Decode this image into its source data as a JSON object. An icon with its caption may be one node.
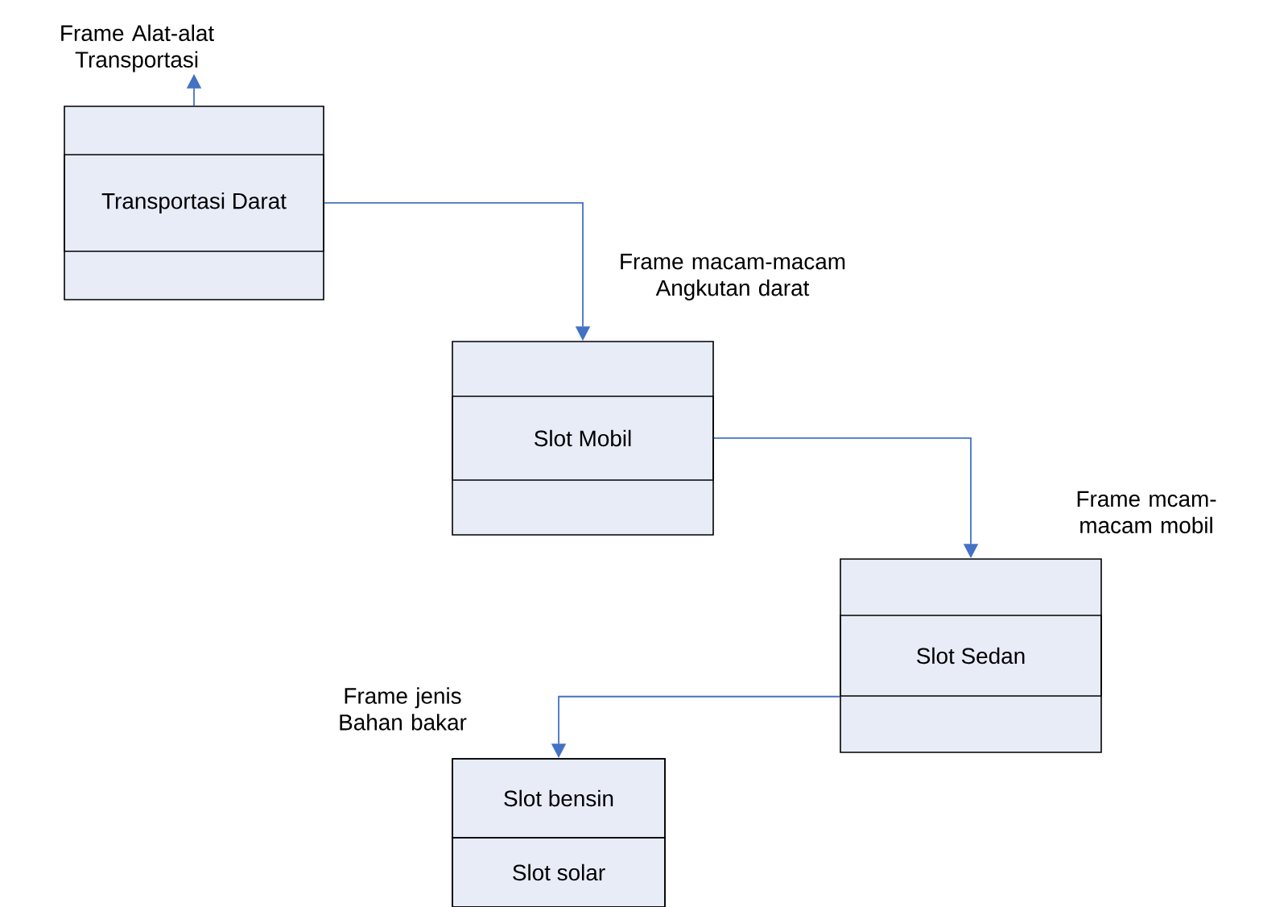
{
  "diagram": {
    "nodes": [
      {
        "text": [
          "Frame Alat-alat Transportasi"
        ]
      },
      {
        "text": [],
        "shape": "box"
      },
      {
        "text": [
          "Transportasi Darat"
        ],
        "in": 1
      },
      {
        "text": [
          "Frame macam-macam Angkutan darat"
        ]
      },
      {
        "text": [
          "Slot Mobil"
        ],
        "in": 3
      },
      {
        "text": [
          "Frame mcam-macam mobil"
        ]
      },
      {
        "text": [
          "Slot Sedan"
        ],
        "in": 5
      },
      {
        "text": [
          "Frame jenis Bahan bakar"
        ]
      },
      {
        "text": [
          "Slot bensin"
        ],
        "in": 7
      },
      {
        "text": [
          "Slot solar"
        ],
        "in": 7
      }
    ],
    "edges": [
      {
        "from": 1,
        "to": 0,
        "arrow": "to"
      },
      {
        "from": 2,
        "to": 3,
        "arrow": "to"
      },
      {
        "from": 4,
        "to": 5,
        "arrow": "to"
      },
      {
        "from": 6,
        "to": 7,
        "arrow": "to"
      }
    ]
  }
}
